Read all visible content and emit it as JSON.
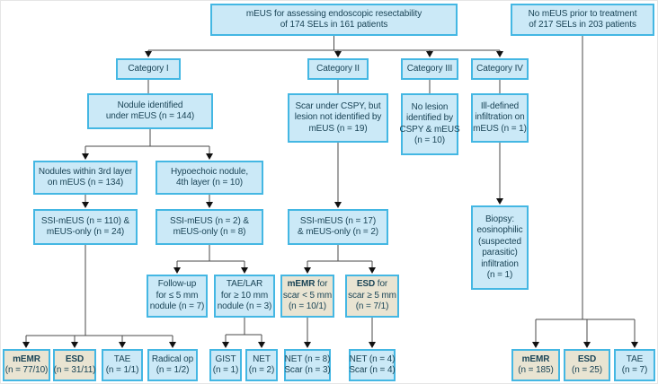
{
  "figure": {
    "type": "flowchart",
    "colors": {
      "box_fill_blue": "#cbe9f7",
      "box_fill_beige": "#e9e4d2",
      "box_border": "#44b7e3",
      "text": "#1a4456",
      "connector": "#4a4a4a",
      "arrowhead": "#111111"
    },
    "nodes": [
      {
        "id": "root",
        "variant": "blue",
        "lines": [
          [
            {
              "t": "mEUS for assessing endoscopic resectability"
            }
          ],
          [
            {
              "t": "of 174 SELs in 161 patients"
            }
          ]
        ]
      },
      {
        "id": "no_meus",
        "variant": "blue",
        "lines": [
          [
            {
              "t": "No mEUS prior to treatment"
            }
          ],
          [
            {
              "t": "of 217 SELs in 203 patients"
            }
          ]
        ]
      },
      {
        "id": "cat1",
        "variant": "blue",
        "lines": [
          [
            {
              "t": "Category I"
            }
          ]
        ]
      },
      {
        "id": "cat2",
        "variant": "blue",
        "lines": [
          [
            {
              "t": "Category II"
            }
          ]
        ]
      },
      {
        "id": "cat3",
        "variant": "blue",
        "lines": [
          [
            {
              "t": "Category III"
            }
          ]
        ]
      },
      {
        "id": "cat4",
        "variant": "blue",
        "lines": [
          [
            {
              "t": "Category IV"
            }
          ]
        ]
      },
      {
        "id": "nodule",
        "variant": "blue",
        "lines": [
          [
            {
              "t": "Nodule identified"
            }
          ],
          [
            {
              "t": "under mEUS (n = 144)"
            }
          ]
        ]
      },
      {
        "id": "scar",
        "variant": "blue",
        "lines": [
          [
            {
              "t": "Scar under CSPY, but"
            }
          ],
          [
            {
              "t": "lesion not identified by"
            }
          ],
          [
            {
              "t": "mEUS (n = 19)"
            }
          ]
        ]
      },
      {
        "id": "nolesion",
        "variant": "blue",
        "lines": [
          [
            {
              "t": "No lesion"
            }
          ],
          [
            {
              "t": "identified by"
            }
          ],
          [
            {
              "t": "CSPY & mEUS"
            }
          ],
          [
            {
              "t": "(n = 10)"
            }
          ]
        ]
      },
      {
        "id": "illdef",
        "variant": "blue",
        "lines": [
          [
            {
              "t": "Ill-defined"
            }
          ],
          [
            {
              "t": "infiltration on"
            }
          ],
          [
            {
              "t": "mEUS (n = 1)"
            }
          ]
        ]
      },
      {
        "id": "layer3",
        "variant": "blue",
        "lines": [
          [
            {
              "t": "Nodules within 3rd layer"
            }
          ],
          [
            {
              "t": "on mEUS (n = 134)"
            }
          ]
        ]
      },
      {
        "id": "hypo",
        "variant": "blue",
        "lines": [
          [
            {
              "t": "Hypoechoic nodule,"
            }
          ],
          [
            {
              "t": "4th layer (n = 10)"
            }
          ]
        ]
      },
      {
        "id": "ssi110",
        "variant": "blue",
        "lines": [
          [
            {
              "t": "SSI-mEUS (n = 110) &"
            }
          ],
          [
            {
              "t": "mEUS-only (n = 24)"
            }
          ]
        ]
      },
      {
        "id": "ssi2",
        "variant": "blue",
        "lines": [
          [
            {
              "t": "SSI-mEUS (n = 2) &"
            }
          ],
          [
            {
              "t": "mEUS-only (n = 8)"
            }
          ]
        ]
      },
      {
        "id": "ssi17",
        "variant": "blue",
        "lines": [
          [
            {
              "t": "SSI-mEUS (n = 17)"
            }
          ],
          [
            {
              "t": "& mEUS-only (n = 2)"
            }
          ]
        ]
      },
      {
        "id": "followup",
        "variant": "blue",
        "lines": [
          [
            {
              "t": "Follow-up"
            }
          ],
          [
            {
              "t": "for ≤ 5 mm"
            }
          ],
          [
            {
              "t": "nodule (n = 7)"
            }
          ]
        ]
      },
      {
        "id": "taelar",
        "variant": "blue",
        "lines": [
          [
            {
              "t": "TAE/LAR"
            }
          ],
          [
            {
              "t": "for ≥ 10 mm"
            }
          ],
          [
            {
              "t": "nodule (n = 3)"
            }
          ]
        ]
      },
      {
        "id": "memr_scar",
        "variant": "beige",
        "lines": [
          [
            {
              "t": "mEMR",
              "b": true
            },
            {
              "t": " for"
            }
          ],
          [
            {
              "t": "scar < 5 mm"
            }
          ],
          [
            {
              "t": "(n = 10/1)"
            }
          ]
        ]
      },
      {
        "id": "esd_scar",
        "variant": "beige",
        "lines": [
          [
            {
              "t": "ESD",
              "b": true
            },
            {
              "t": " for"
            }
          ],
          [
            {
              "t": "scar ≥ 5 mm"
            }
          ],
          [
            {
              "t": "(n = 7/1)"
            }
          ]
        ]
      },
      {
        "id": "biopsy",
        "variant": "blue",
        "lines": [
          [
            {
              "t": "Biopsy:"
            }
          ],
          [
            {
              "t": "eosinophilic"
            }
          ],
          [
            {
              "t": "(suspected"
            }
          ],
          [
            {
              "t": "parasitic)"
            }
          ],
          [
            {
              "t": "infiltration"
            }
          ],
          [
            {
              "t": "(n = 1)"
            }
          ]
        ]
      },
      {
        "id": "memr77",
        "variant": "beige",
        "lines": [
          [
            {
              "t": "mEMR",
              "b": true
            }
          ],
          [
            {
              "t": "(n = 77/10)"
            }
          ]
        ]
      },
      {
        "id": "esd31",
        "variant": "beige",
        "lines": [
          [
            {
              "t": "ESD",
              "b": true
            }
          ],
          [
            {
              "t": "(n = 31/11)"
            }
          ]
        ]
      },
      {
        "id": "tae11",
        "variant": "blue",
        "lines": [
          [
            {
              "t": "TAE"
            }
          ],
          [
            {
              "t": "(n = 1/1)"
            }
          ]
        ]
      },
      {
        "id": "radical",
        "variant": "blue",
        "lines": [
          [
            {
              "t": "Radical op"
            }
          ],
          [
            {
              "t": "(n = 1/2)"
            }
          ]
        ]
      },
      {
        "id": "gist",
        "variant": "blue",
        "lines": [
          [
            {
              "t": "GIST"
            }
          ],
          [
            {
              "t": "(n = 1)"
            }
          ]
        ]
      },
      {
        "id": "net2",
        "variant": "blue",
        "lines": [
          [
            {
              "t": "NET"
            }
          ],
          [
            {
              "t": "(n = 2)"
            }
          ]
        ]
      },
      {
        "id": "net8",
        "variant": "blue",
        "lines": [
          [
            {
              "t": "NET (n = 8)"
            }
          ],
          [
            {
              "t": "Scar (n = 3)"
            }
          ]
        ]
      },
      {
        "id": "net4",
        "variant": "blue",
        "lines": [
          [
            {
              "t": "NET (n = 4)"
            }
          ],
          [
            {
              "t": "Scar (n = 4)"
            }
          ]
        ]
      },
      {
        "id": "memr185",
        "variant": "beige",
        "lines": [
          [
            {
              "t": "mEMR",
              "b": true
            }
          ],
          [
            {
              "t": "(n = 185)"
            }
          ]
        ]
      },
      {
        "id": "esd25",
        "variant": "beige",
        "lines": [
          [
            {
              "t": "ESD",
              "b": true
            }
          ],
          [
            {
              "t": "(n = 25)"
            }
          ]
        ]
      },
      {
        "id": "tae7",
        "variant": "blue",
        "lines": [
          [
            {
              "t": "TAE"
            }
          ],
          [
            {
              "t": "(n = 7)"
            }
          ]
        ]
      }
    ],
    "edges": [
      [
        "root",
        "cat1"
      ],
      [
        "root",
        "cat2"
      ],
      [
        "root",
        "cat3"
      ],
      [
        "root",
        "cat4"
      ],
      [
        "cat1",
        "nodule"
      ],
      [
        "cat2",
        "scar"
      ],
      [
        "cat3",
        "nolesion"
      ],
      [
        "cat4",
        "illdef"
      ],
      [
        "nodule",
        "layer3"
      ],
      [
        "nodule",
        "hypo"
      ],
      [
        "layer3",
        "ssi110"
      ],
      [
        "hypo",
        "ssi2"
      ],
      [
        "scar",
        "ssi17"
      ],
      [
        "illdef",
        "biopsy"
      ],
      [
        "ssi110",
        "memr77"
      ],
      [
        "ssi110",
        "esd31"
      ],
      [
        "ssi110",
        "tae11"
      ],
      [
        "ssi110",
        "radical"
      ],
      [
        "ssi2",
        "followup"
      ],
      [
        "ssi2",
        "taelar"
      ],
      [
        "ssi17",
        "memr_scar"
      ],
      [
        "ssi17",
        "esd_scar"
      ],
      [
        "taelar",
        "gist"
      ],
      [
        "taelar",
        "net2"
      ],
      [
        "memr_scar",
        "net8"
      ],
      [
        "esd_scar",
        "net4"
      ],
      [
        "no_meus",
        "memr185"
      ],
      [
        "no_meus",
        "esd25"
      ],
      [
        "no_meus",
        "tae7"
      ]
    ]
  }
}
